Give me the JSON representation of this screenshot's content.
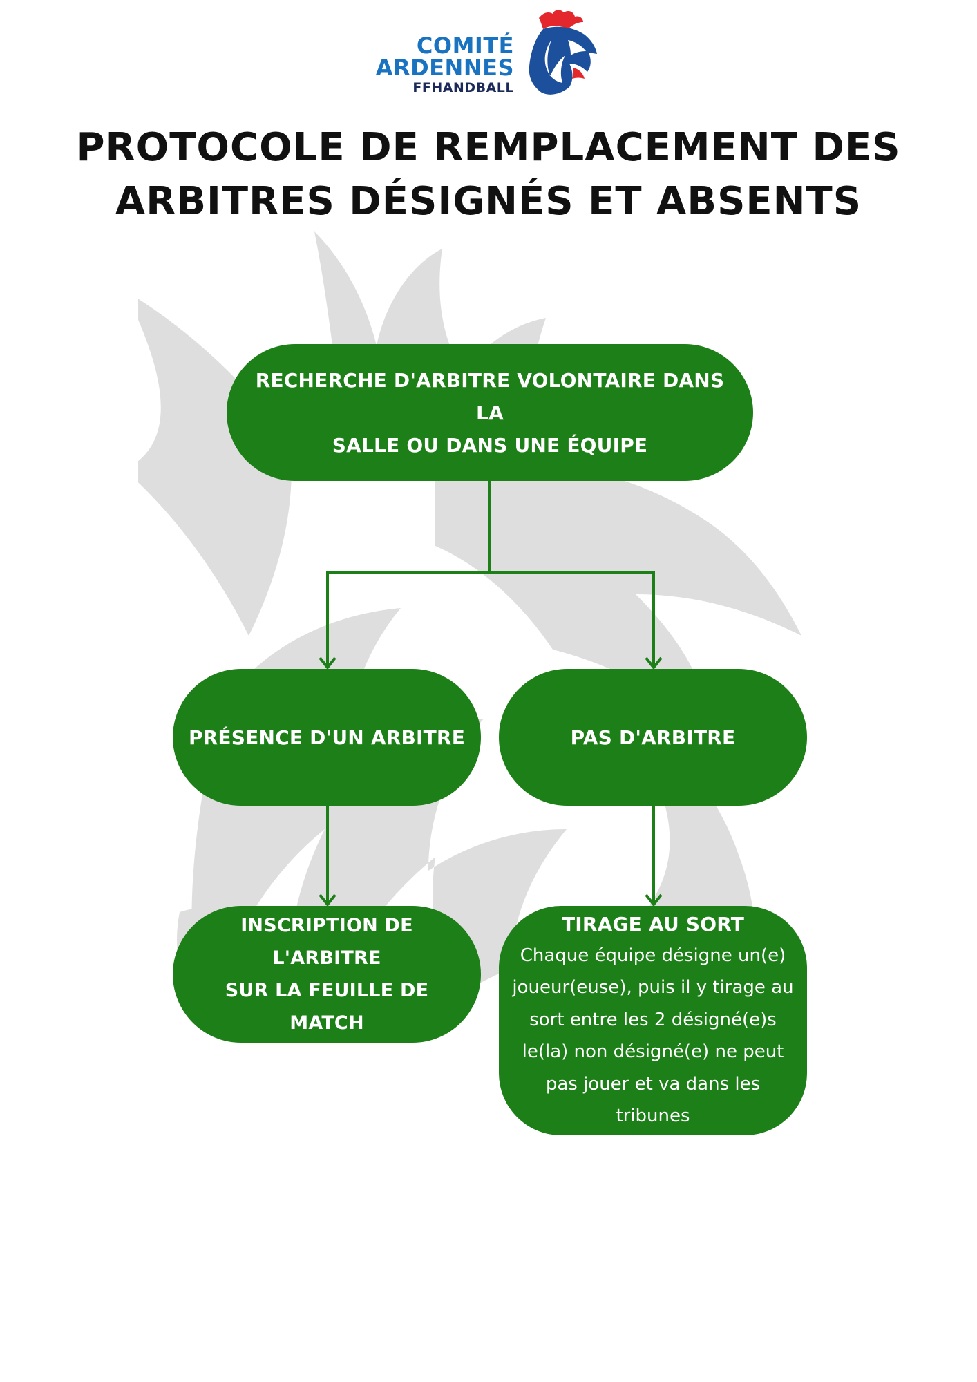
{
  "logo": {
    "line1": "COMITÉ",
    "line2": "ARDENNES",
    "line3": "FFHANDBALL"
  },
  "title": {
    "line1": "PROTOCOLE DE REMPLACEMENT DES",
    "line2": "ARBITRES DÉSIGNÉS ET ABSENTS"
  },
  "colors": {
    "node_fill": "#1c7f17",
    "connector": "#1c7f17",
    "watermark": "#dedede",
    "logo_blue": "#1a73c0",
    "logo_red": "#e4262d"
  },
  "nodes": {
    "recherche": {
      "line1": "RECHERCHE D'ARBITRE VOLONTAIRE DANS LA",
      "line2": "SALLE OU DANS UNE ÉQUIPE"
    },
    "presence": {
      "text": "PRÉSENCE D'UN ARBITRE"
    },
    "pas": {
      "text": "PAS D'ARBITRE"
    },
    "inscription": {
      "line1": "INSCRIPTION DE L'ARBITRE",
      "line2": "SUR LA FEUILLE DE MATCH"
    },
    "tirage": {
      "heading": "TIRAGE AU SORT",
      "lines": [
        "Chaque équipe désigne un(e)",
        "joueur(euse), puis il y tirage au",
        "sort entre les 2 désigné(e)s",
        "le(la) non désigné(e) ne peut",
        "pas jouer et va dans les",
        "tribunes"
      ]
    }
  }
}
